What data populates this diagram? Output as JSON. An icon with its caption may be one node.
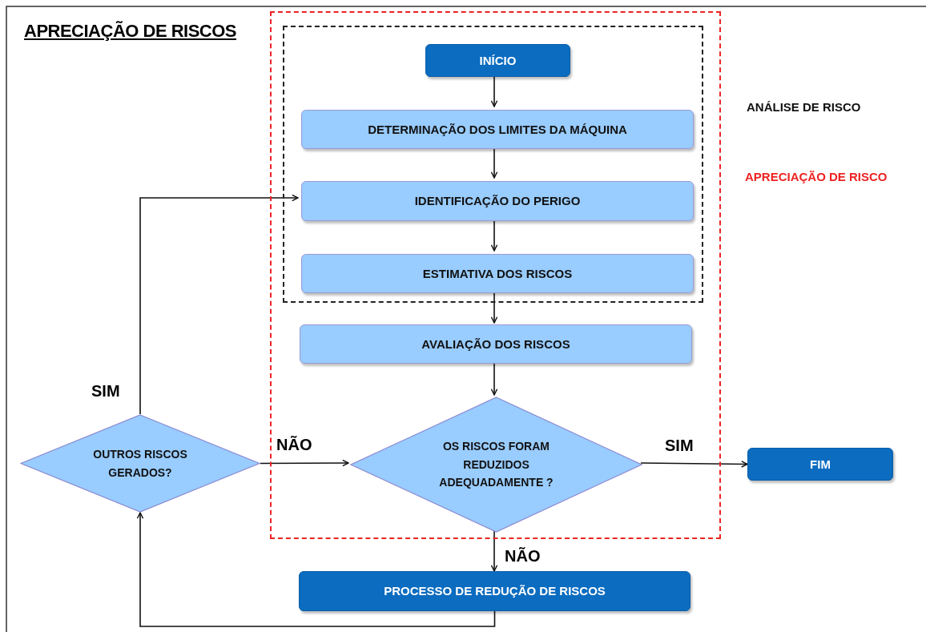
{
  "diagram": {
    "title": "APRECIAÇÃO DE RISCOS",
    "nodes": [
      {
        "text": [
          "APRECIAÇÃO DE RISCO"
        ]
      },
      {
        "text": [
          "ANÁLISE DE RISCO"
        ],
        "in": 0
      },
      {
        "text": [
          "INÍCIO"
        ],
        "in": 1
      },
      {
        "text": [
          "DETERMINAÇÃO DOS LIMITES DA MÁQUINA"
        ],
        "in": 1
      },
      {
        "text": [
          "IDENTIFICAÇÃO DO PERIGO"
        ],
        "in": 1
      },
      {
        "text": [
          "ESTIMATIVA DOS RISCOS"
        ],
        "in": 1
      },
      {
        "text": [
          "AVALIAÇÃO DOS RISCOS"
        ],
        "in": 0
      },
      {
        "text": [
          "OS RISCOS FORAM REDUZIDOS ADEQUADAMENTE ?"
        ],
        "in": 0
      },
      {
        "text": [
          "FIM"
        ]
      },
      {
        "text": [
          "PROCESSO DE REDUÇÃO DE RISCOS"
        ]
      },
      {
        "text": [
          "OUTROS RISCOS GERADOS?"
        ]
      }
    ],
    "edges": [
      {
        "from": 2,
        "to": 3,
        "arrow": "to"
      },
      {
        "from": 3,
        "to": 4,
        "arrow": "to"
      },
      {
        "from": 4,
        "to": 5,
        "arrow": "to"
      },
      {
        "from": 5,
        "to": 6,
        "arrow": "to"
      },
      {
        "from": 6,
        "to": 7,
        "arrow": "to"
      },
      {
        "from": 7,
        "to": 8,
        "arrow": "to",
        "label": "SIM"
      },
      {
        "from": 7,
        "to": 9,
        "arrow": "to",
        "label": "NÃO"
      },
      {
        "from": 9,
        "to": 10,
        "arrow": "to"
      },
      {
        "from": 10,
        "to": 4,
        "arrow": "to",
        "label": "SIM"
      },
      {
        "from": 10,
        "to": 7,
        "arrow": "to",
        "label": "NÃO"
      }
    ]
  }
}
